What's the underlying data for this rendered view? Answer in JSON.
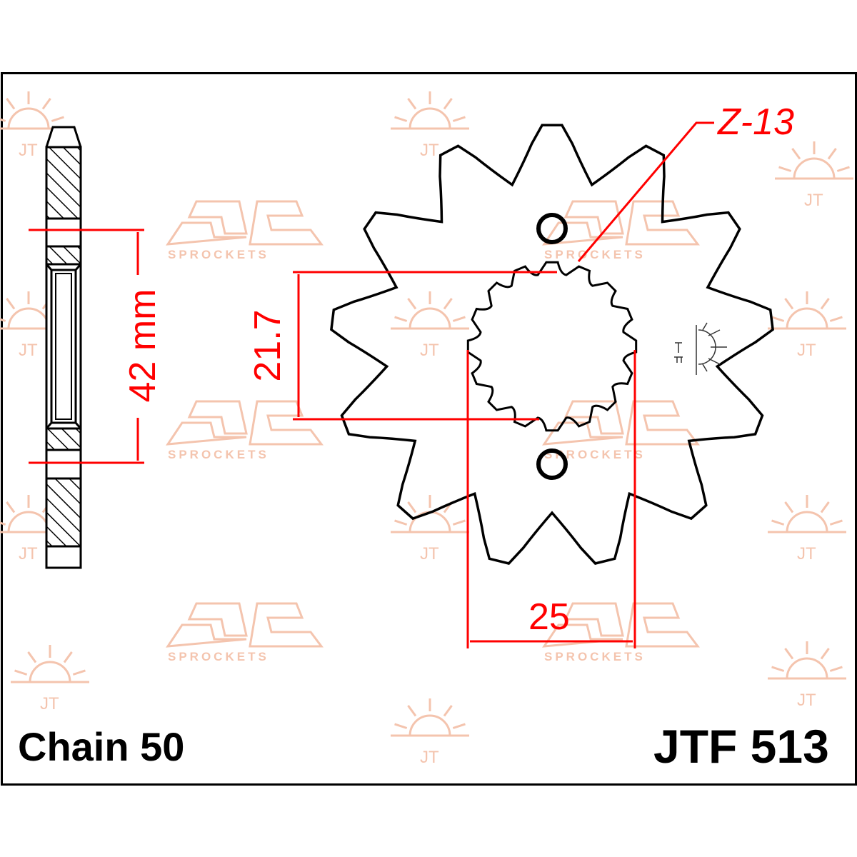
{
  "part_number": "JTF 513",
  "chain": "Chain 50",
  "teeth_label": "Z-13",
  "teeth": 13,
  "dimensions": {
    "bolt_spacing": "42 mm",
    "spline_inner": "21.7",
    "spline_outer": "25"
  },
  "watermark": {
    "text": "SPROCKETS",
    "color": "#f4c4ae"
  },
  "colors": {
    "dimension": "#ff0000",
    "outline": "#000000"
  }
}
